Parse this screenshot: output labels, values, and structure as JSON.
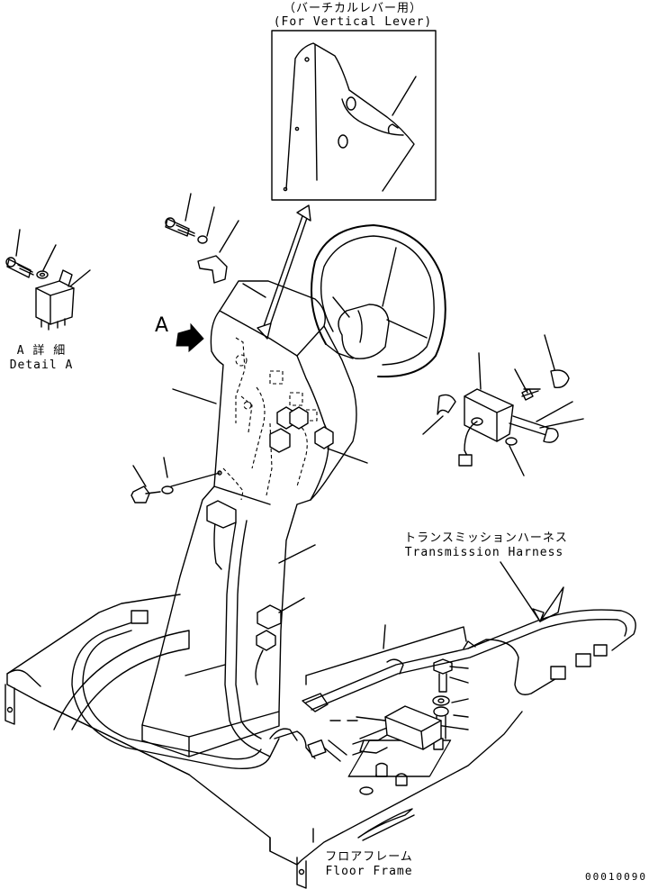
{
  "labels": {
    "vertical_lever_jp": "（バーチカルレバー用）",
    "vertical_lever_en": "(For Vertical Lever)",
    "detail_letter": "A",
    "detail_a_jp": "A 詳 細",
    "detail_a_en": "Detail A",
    "transmission_harness_jp": "トランスミッションハーネス",
    "transmission_harness_en": "Transmission Harness",
    "floor_frame_jp": "フロアフレーム",
    "floor_frame_en": "Floor Frame",
    "drawing_number": "00010090"
  }
}
